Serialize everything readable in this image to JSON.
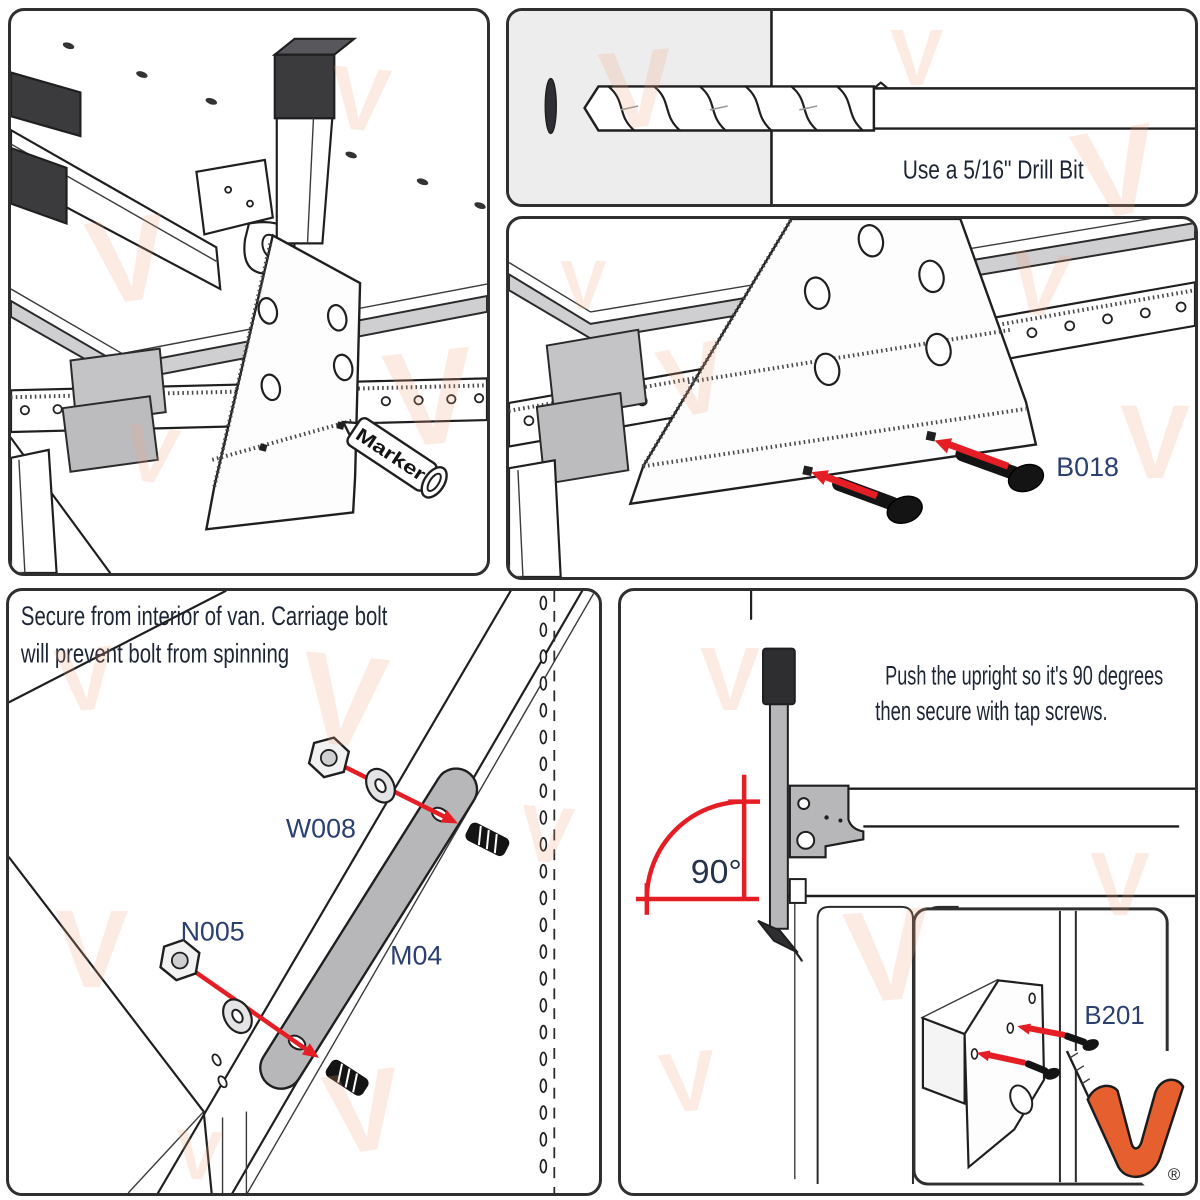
{
  "watermark_glyph": "V",
  "brand": {
    "registered_mark": "®"
  },
  "colors": {
    "accent_red": "#e41e24",
    "label_navy": "#2b4070",
    "body_text": "#1d2534",
    "logo_orange": "#e6602f",
    "watermark_peach": "#f3a280",
    "ink": "#1f1f1f",
    "gray_trim": "#cfcfd1",
    "gray_block": "#c4c4c7",
    "gray_part": "#b7b7ba",
    "drill_panel_bg": "#ededee"
  },
  "panels": {
    "mark_holes": {
      "marker_label": "Marker"
    },
    "drill_bit": {
      "caption": "Use a 5/16\" Drill Bit"
    },
    "carriage_bolts": {
      "part_label": "B018"
    },
    "interior": {
      "instruction_line1": "Secure from interior of van. Carriage bolt",
      "instruction_line2": "will prevent bolt from spinning",
      "washer_label": "W008",
      "nut_label": "N005",
      "plate_label": "M04"
    },
    "upright": {
      "instruction_line1": "Push the upright so it's 90 degrees",
      "instruction_line2": "then secure with tap screws.",
      "angle_label": "90°",
      "inset_part_label": "B201"
    }
  }
}
